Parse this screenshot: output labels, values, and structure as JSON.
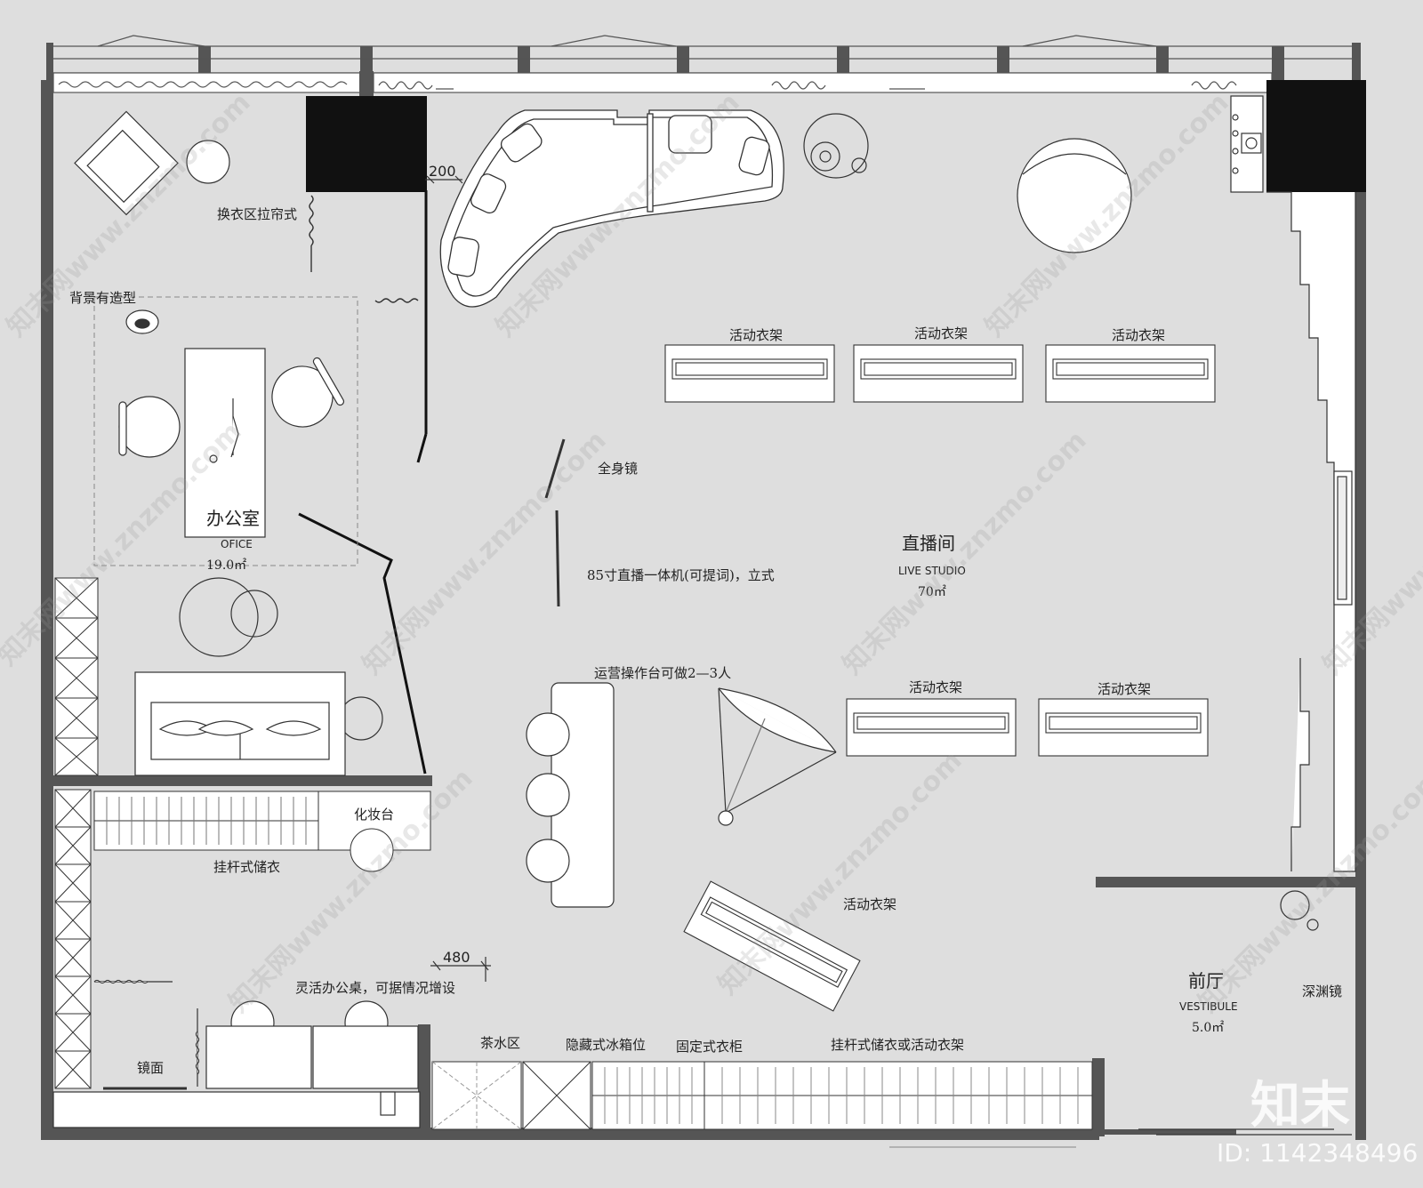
{
  "rooms": {
    "office": {
      "name": "办公室",
      "name_en": "OFICE",
      "area": "19.0㎡"
    },
    "studio": {
      "name": "直播间",
      "name_en": "LIVE STUDIO",
      "area": "70㎡"
    },
    "vestibule": {
      "name": "前厅",
      "name_en": "VESTIBULE",
      "area": "5.0㎡"
    }
  },
  "labels": {
    "changing_curtain": "换衣区拉帘式",
    "background_feature": "背景有造型",
    "full_mirror": "全身镜",
    "screen_85": "85寸直播一体机(可提词)，立式",
    "ops_desk": "运营操作台可做2—3人",
    "rack": "活动衣架",
    "vanity": "化妆台",
    "hanging_storage": "挂杆式储衣",
    "flexible_desk": "灵活办公桌，可据情况增设",
    "mirror_surface": "镜面",
    "tea_area": "茶水区",
    "hidden_fridge": "隐藏式冰箱位",
    "fixed_wardrobe": "固定式衣柜",
    "hanging_or_rack": "挂杆式储衣或活动衣架",
    "deep_mirror": "深渊镜"
  },
  "dimensions": {
    "d200": "200",
    "d480": "480"
  },
  "watermark": {
    "text": "知末网www.znzmo.com",
    "brand": "知末",
    "id": "ID: 1142348496"
  }
}
